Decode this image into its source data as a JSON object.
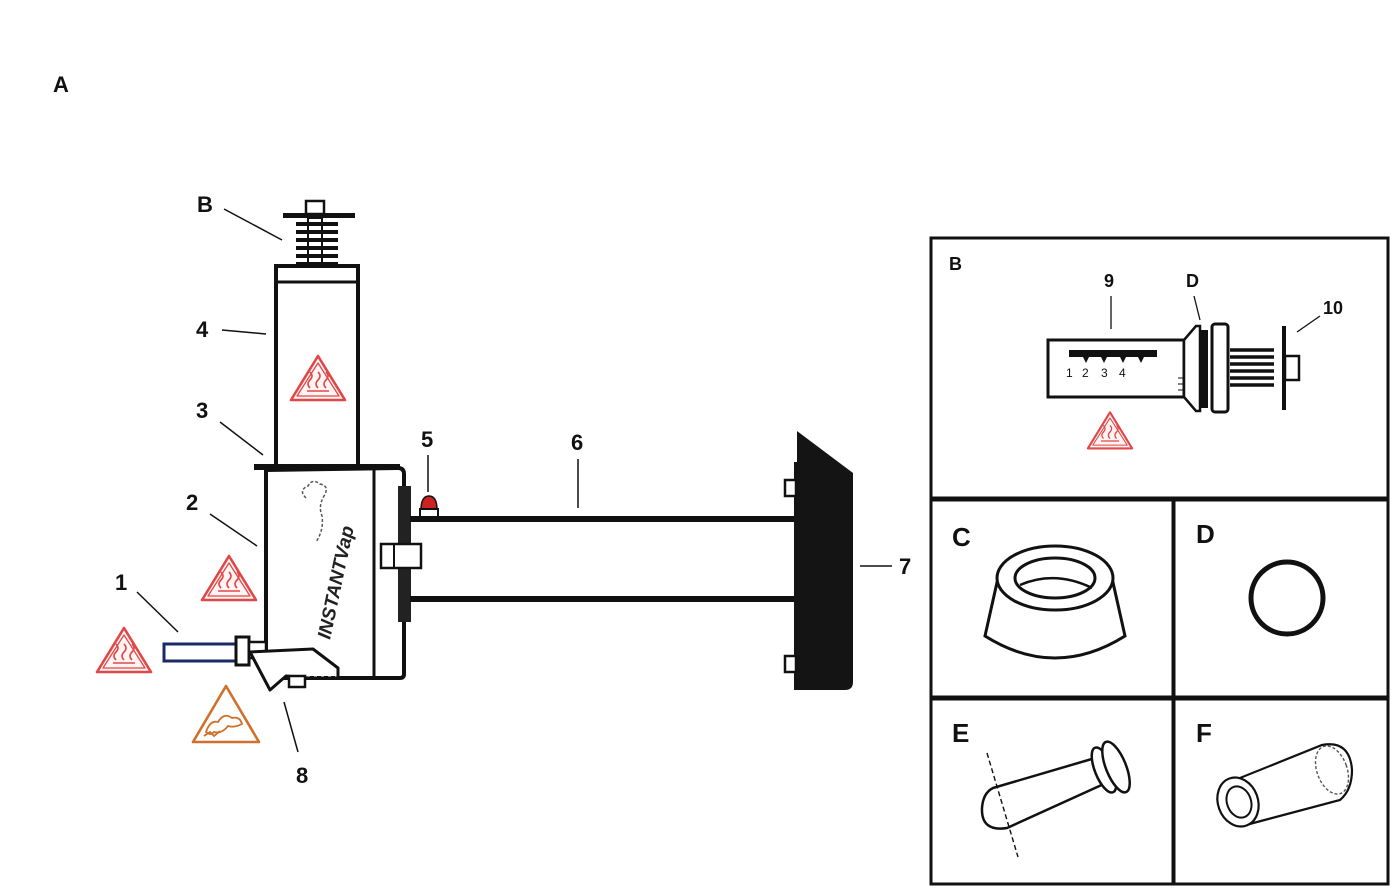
{
  "figure": {
    "main_label": "A",
    "callouts": [
      "1",
      "2",
      "3",
      "4",
      "5",
      "6",
      "7",
      "8",
      "B"
    ],
    "logo_text": "INSTANTVap",
    "warning_icons": [
      "hot-surface-warning-icon",
      "hand-crush-warning-icon"
    ]
  },
  "panels": {
    "b": {
      "label": "B",
      "callout_9": "9",
      "callout_d": "D",
      "callout_10": "10",
      "scale": [
        "1",
        "2",
        "3",
        "4"
      ]
    },
    "c": {
      "label": "C"
    },
    "d": {
      "label": "D"
    },
    "e": {
      "label": "E"
    },
    "f": {
      "label": "F"
    }
  },
  "colors": {
    "hot_warning": "#e04848",
    "crush_warning": "#d0702a",
    "indicator": "#cc2222",
    "ink": "#111111"
  }
}
